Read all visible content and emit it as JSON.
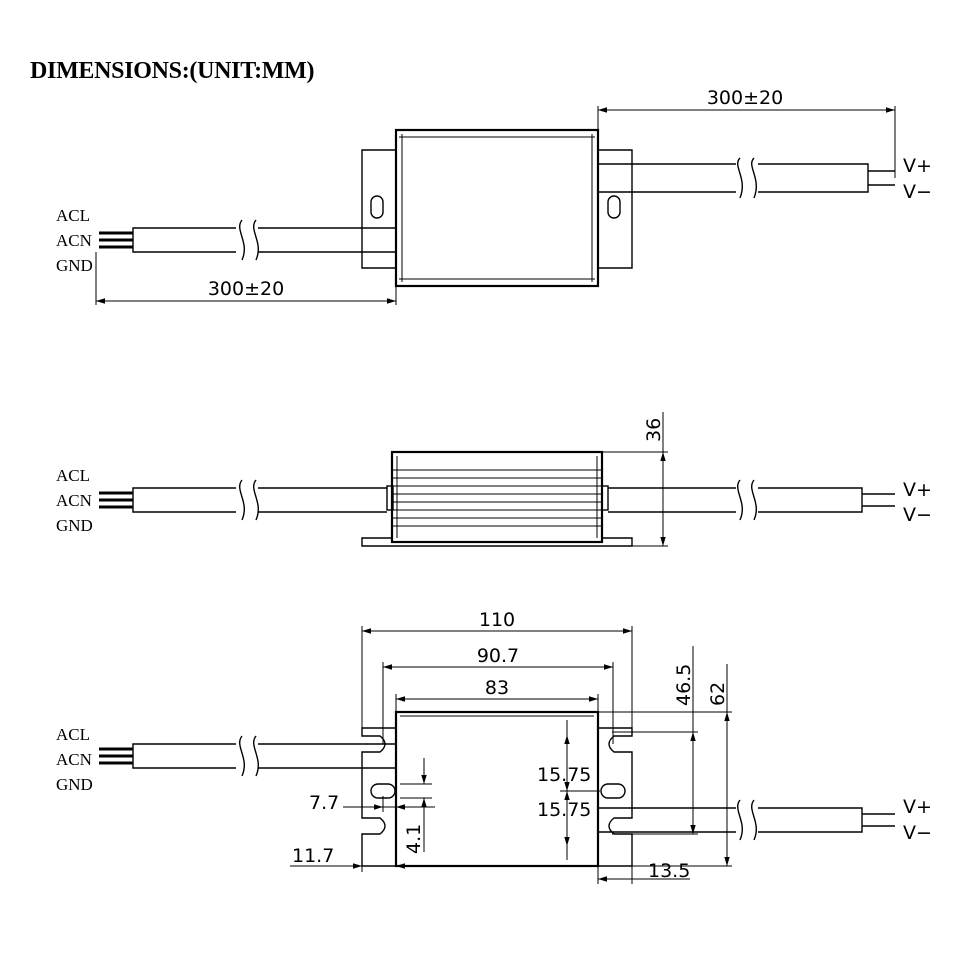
{
  "title": "DIMENSIONS:(UNIT:MM)",
  "input_labels": [
    "ACL",
    "ACN",
    "GND"
  ],
  "output_labels": [
    "V+",
    "V−"
  ],
  "top_view": {
    "output_cable_length": "300±20",
    "input_cable_length": "300±20"
  },
  "side_view": {
    "height": "36"
  },
  "bottom_view": {
    "overall_length": "110",
    "mounting_hole_spacing": "90.7",
    "body_length": "83",
    "mounting_hole_span_width": "46.5",
    "overall_width": "62",
    "cable_offset_1": "15.75",
    "cable_offset_2": "15.75",
    "slot_offset": "7.7",
    "slot_width": "4.1",
    "flange_offset": "11.7",
    "flange_depth": "13.5"
  }
}
